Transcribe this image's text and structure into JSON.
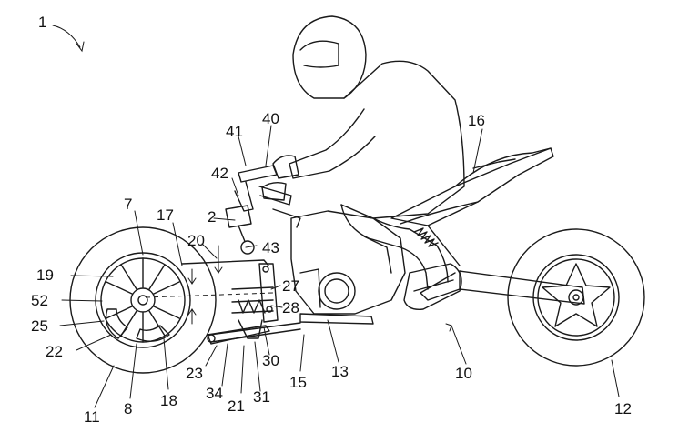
{
  "figure_number": "1",
  "labels": [
    {
      "id": "1",
      "text": "1"
    },
    {
      "id": "2",
      "text": "2"
    },
    {
      "id": "7",
      "text": "7"
    },
    {
      "id": "8",
      "text": "8"
    },
    {
      "id": "10",
      "text": "10"
    },
    {
      "id": "11",
      "text": "11"
    },
    {
      "id": "12",
      "text": "12"
    },
    {
      "id": "13",
      "text": "13"
    },
    {
      "id": "15",
      "text": "15"
    },
    {
      "id": "16",
      "text": "16"
    },
    {
      "id": "17",
      "text": "17"
    },
    {
      "id": "18",
      "text": "18"
    },
    {
      "id": "19",
      "text": "19"
    },
    {
      "id": "20",
      "text": "20"
    },
    {
      "id": "21",
      "text": "21"
    },
    {
      "id": "22",
      "text": "22"
    },
    {
      "id": "23",
      "text": "23"
    },
    {
      "id": "25",
      "text": "25"
    },
    {
      "id": "27",
      "text": "27"
    },
    {
      "id": "28",
      "text": "28"
    },
    {
      "id": "30",
      "text": "30"
    },
    {
      "id": "31",
      "text": "31"
    },
    {
      "id": "34",
      "text": "34"
    },
    {
      "id": "40",
      "text": "40"
    },
    {
      "id": "41",
      "text": "41"
    },
    {
      "id": "42",
      "text": "42"
    },
    {
      "id": "43",
      "text": "43"
    },
    {
      "id": "52",
      "text": "52"
    }
  ]
}
